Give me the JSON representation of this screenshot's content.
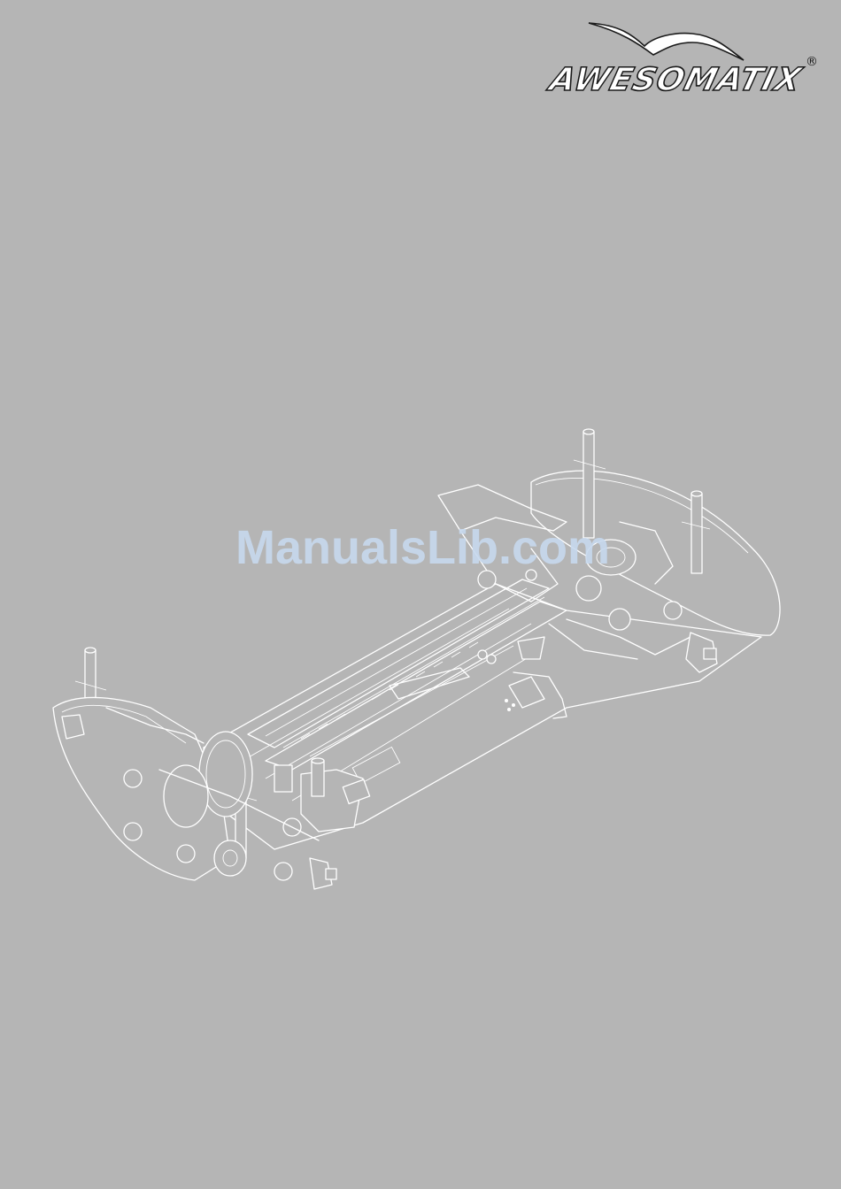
{
  "brand": {
    "name": "AWESOMATIX",
    "registered_mark": "®",
    "logo_icon": "bird-swoosh-icon"
  },
  "watermark": {
    "text": "ManualsLib.com"
  },
  "illustration": {
    "icon": "touring-car-chassis-line-drawing"
  },
  "colors": {
    "background": "#b5b5b5",
    "line": "#ffffff",
    "watermark": "#c7d9ee"
  }
}
